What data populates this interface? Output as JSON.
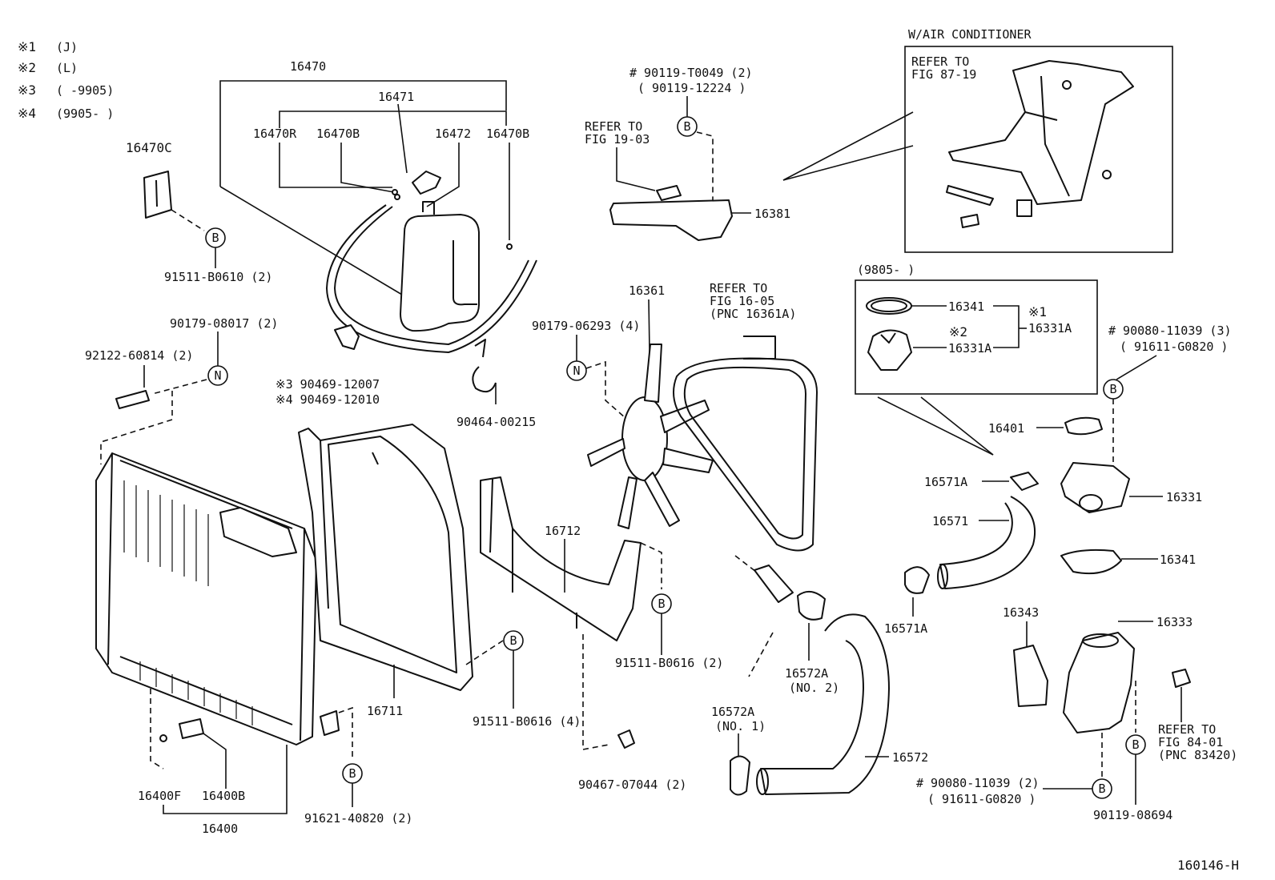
{
  "legend": [
    {
      "mark": "※1",
      "text": "(J)"
    },
    {
      "mark": "※2",
      "text": "(L)"
    },
    {
      "mark": "※3",
      "text": "(     -9905)"
    },
    {
      "mark": "※4",
      "text": "(9905-     )"
    }
  ],
  "headings": {
    "air_conditioner": "W/AIR CONDITIONER",
    "range_9805": "(9805-        )"
  },
  "callout_letters": {
    "b": "B",
    "n": "N"
  },
  "labels": {
    "p16470": "16470",
    "p16471": "16471",
    "p16470r": "16470R",
    "p16470b_left": "16470B",
    "p16472": "16472",
    "p16470b_right": "16470B",
    "p16470c": "16470C",
    "p91511_b0610": "91511-B0610 (2)",
    "p90179_08017": "90179-08017 (2)",
    "p92122_60814": "92122-60814 (2)",
    "p90469_12007": "※3 90469-12007",
    "p90469_12010": "※4 90469-12010",
    "p90464_00215": "90464-00215",
    "p90119_t0049": "# 90119-T0049 (2)",
    "p90119_12224": "( 90119-12224 )",
    "refer_19_03_a": "REFER TO",
    "refer_19_03_b": "FIG 19-03",
    "p16381": "16381",
    "refer_87_19_a": "REFER TO",
    "refer_87_19_b": "FIG 87-19",
    "p16361": "16361",
    "refer_16_05_a": "REFER TO",
    "refer_16_05_b": "FIG 16-05",
    "refer_16_05_c": "(PNC 16361A)",
    "p90179_06293": "90179-06293 (4)",
    "p16341_top": "16341",
    "p16331a_top": "16331A",
    "p16331a_mid": "16331A",
    "mark_1": "※1",
    "mark_2": "※2",
    "p90080_11039_3": "# 90080-11039 (3)",
    "p91611_g0820_top": "( 91611-G0820 )",
    "p16401": "16401",
    "p16571a_top": "16571A",
    "p16571": "16571",
    "p16331": "16331",
    "p16341_low": "16341",
    "p16571a_low": "16571A",
    "p16712": "16712",
    "p16711": "16711",
    "p91511_b0616_2": "91511-B0616 (2)",
    "p91511_b0616_4": "91511-B0616 (4)",
    "p90467_07044": "90467-07044 (2)",
    "p16572a_no2": "16572A",
    "no2": "(NO. 2)",
    "p16572a_no1": "16572A",
    "no1": "(NO. 1)",
    "p16572": "16572",
    "p16343": "16343",
    "p16333": "16333",
    "refer_84_01_a": "REFER TO",
    "refer_84_01_b": "FIG 84-01",
    "refer_84_01_c": "(PNC 83420)",
    "p90080_11039_2": "# 90080-11039 (2)",
    "p91611_g0820_low": "( 91611-G0820 )",
    "p90119_08694": "90119-08694",
    "p16400f": "16400F",
    "p16400b": "16400B",
    "p16400": "16400",
    "p91621_40820": "91621-40820 (2)",
    "figure_code": "160146-H"
  }
}
